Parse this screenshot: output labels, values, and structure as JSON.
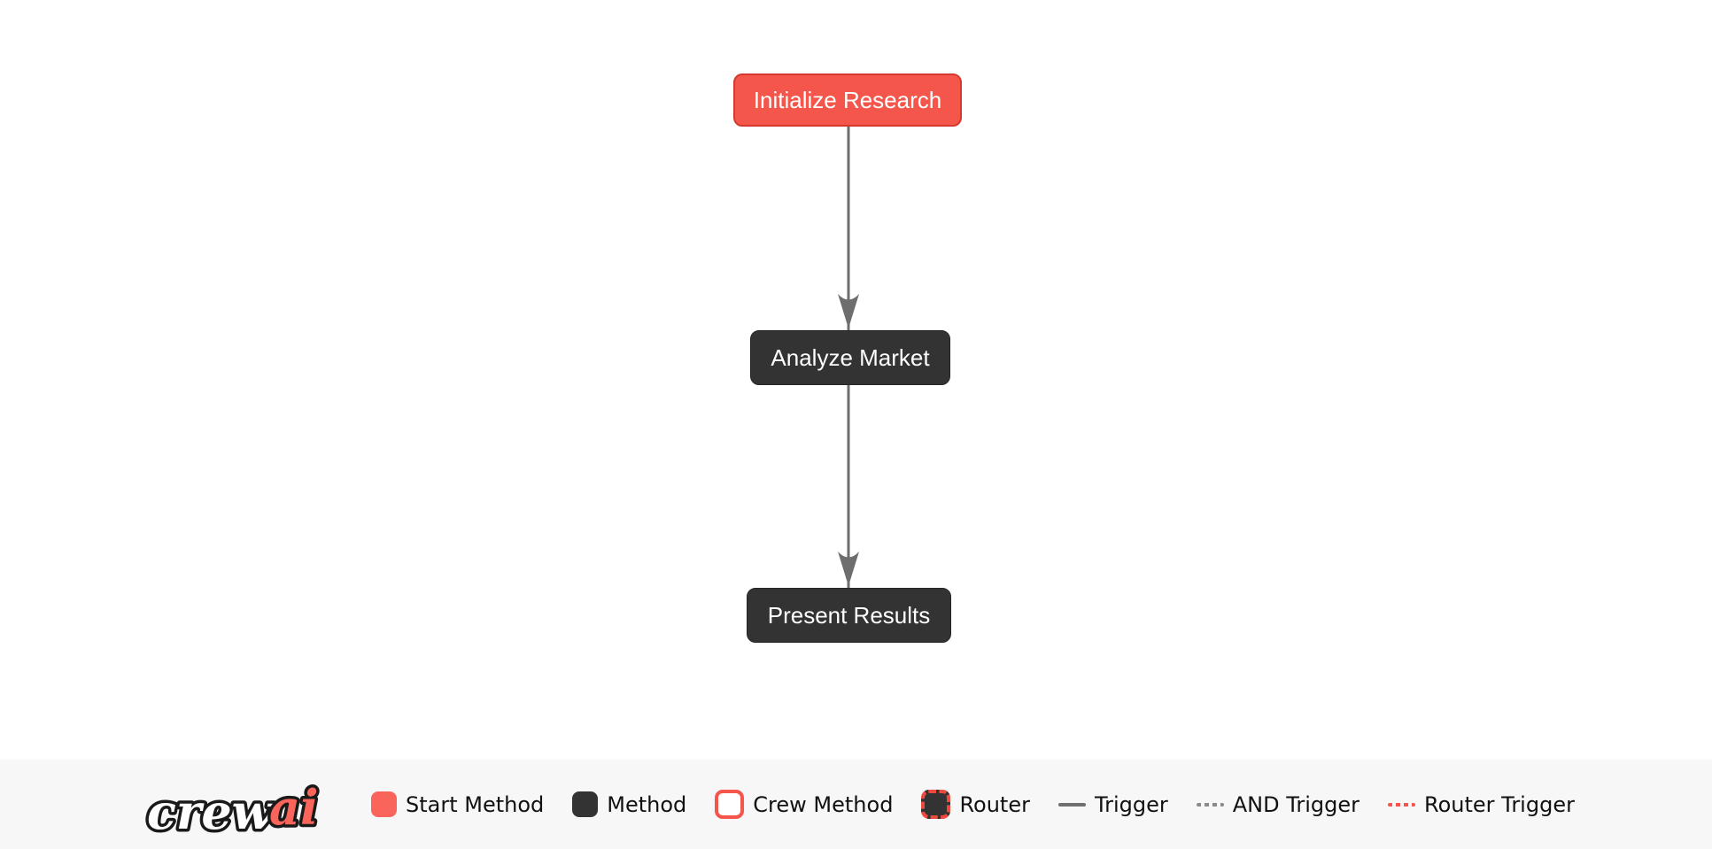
{
  "flow": {
    "nodes": [
      {
        "id": "initialize_research",
        "label": "Initialize Research",
        "type": "start-method",
        "fill": "#F4564B",
        "border": "#D43A2F",
        "text_color": "#FFFFFF"
      },
      {
        "id": "analyze_market",
        "label": "Analyze Market",
        "type": "method",
        "fill": "#333333",
        "border": "#262626",
        "text_color": "#FFFFFF"
      },
      {
        "id": "present_results",
        "label": "Present Results",
        "type": "method",
        "fill": "#333333",
        "border": "#262626",
        "text_color": "#FFFFFF"
      }
    ],
    "edges": [
      {
        "from": "initialize_research",
        "to": "analyze_market",
        "type": "trigger",
        "color": "#6E6E6E"
      },
      {
        "from": "analyze_market",
        "to": "present_results",
        "type": "trigger",
        "color": "#6E6E6E"
      }
    ]
  },
  "legend": {
    "logo": {
      "part1": "crew",
      "part2": "ai",
      "part1_color": "#FFFFFF",
      "part2_color": "#FA655B",
      "outline_color": "#1A1A1A"
    },
    "items": [
      {
        "label": "Start Method",
        "swatch": "start-method-square"
      },
      {
        "label": "Method",
        "swatch": "method-square"
      },
      {
        "label": "Crew Method",
        "swatch": "crew-method-square"
      },
      {
        "label": "Router",
        "swatch": "router-square"
      },
      {
        "label": "Trigger",
        "swatch": "solid-gray-line"
      },
      {
        "label": "AND Trigger",
        "swatch": "dashed-gray-line"
      },
      {
        "label": "Router Trigger",
        "swatch": "dashed-red-line"
      }
    ]
  },
  "colors": {
    "canvas_background": "#FFFFFF",
    "legend_bar_background": "#F7F7F8",
    "start_method_fill": "#F4564B",
    "start_method_border": "#D43A2F",
    "method_fill": "#333333",
    "trigger_line": "#6E6E6E",
    "and_trigger_line": "#8B8B8B",
    "router_trigger_line": "#F4564B",
    "brand_red": "#FA655B",
    "legend_text": "#111111"
  }
}
